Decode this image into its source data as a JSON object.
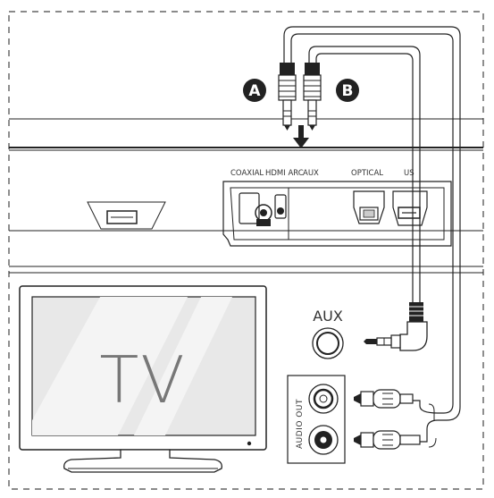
{
  "soundbar": {
    "ports": {
      "coaxial": "COAXIAL",
      "hdmi_arc": "HDMI ARC",
      "aux": "AUX",
      "optical": "OPTICAL",
      "usb": "US"
    }
  },
  "plugs": {
    "a": "A",
    "b": "B"
  },
  "tv": {
    "label": "TV",
    "aux_label": "AUX",
    "audio_out_label": "AUDIO OUT"
  },
  "colors": {
    "line": "#222222",
    "dash": "#444444",
    "badge": "#222222",
    "screen_gray": "#e8e8e8"
  },
  "icons": [
    "insert-arrow-icon"
  ]
}
